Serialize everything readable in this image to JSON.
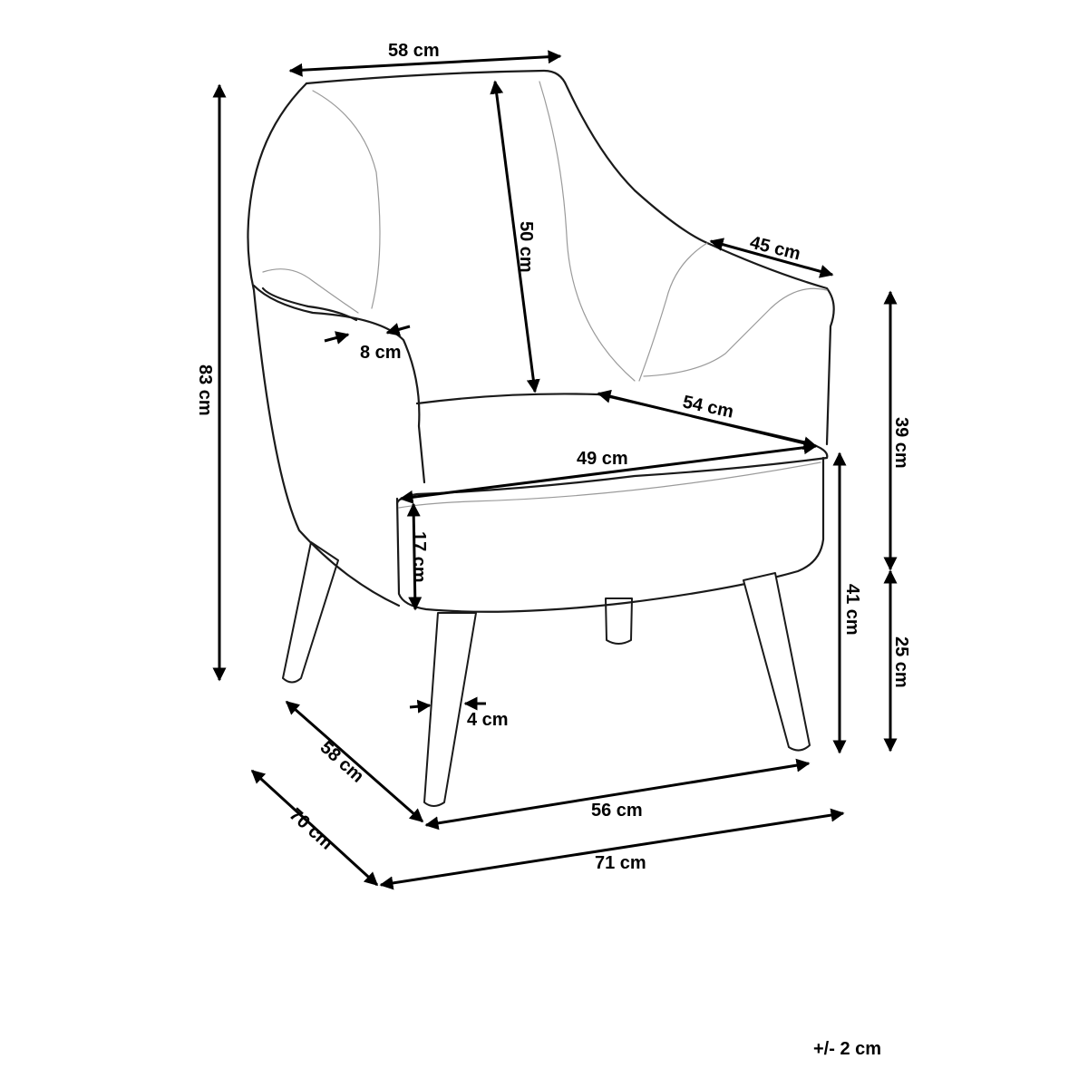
{
  "diagram": {
    "dimensions": {
      "top_width": "58 cm",
      "backrest_height": "50 cm",
      "armrest_length": "45 cm",
      "total_height": "83 cm",
      "arm_thickness": "8 cm",
      "seat_depth": "54 cm",
      "seat_width": "49 cm",
      "cushion_height": "17 cm",
      "arm_height": "39 cm",
      "seat_height": "41 cm",
      "leg_height": "25 cm",
      "leg_width": "4 cm",
      "leg_depth": "58 cm",
      "total_depth": "70 cm",
      "leg_span": "56 cm",
      "total_width": "71 cm"
    },
    "tolerance": "+/- 2 cm"
  }
}
